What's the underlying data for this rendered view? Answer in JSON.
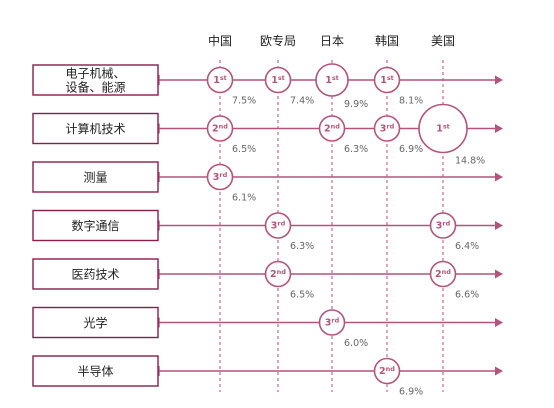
{
  "columns": [
    "中国",
    "欧专局",
    "日本",
    "韩国",
    "美国"
  ],
  "rows": [
    {
      "label_lines": [
        "电子机械、",
        "设备、能源"
      ],
      "entries": [
        {
          "col": 0,
          "rank": "1",
          "suffix": "st",
          "pct": "7.5%"
        },
        {
          "col": 1,
          "rank": "1",
          "suffix": "st",
          "pct": "7.4%"
        },
        {
          "col": 2,
          "rank": "1",
          "suffix": "st",
          "pct": "9.9%"
        },
        {
          "col": 3,
          "rank": "1",
          "suffix": "st",
          "pct": "8.1%"
        }
      ]
    },
    {
      "label_lines": [
        "计算机技术"
      ],
      "entries": [
        {
          "col": 0,
          "rank": "2",
          "suffix": "nd",
          "pct": "6.5%"
        },
        {
          "col": 2,
          "rank": "2",
          "suffix": "nd",
          "pct": "6.3%"
        },
        {
          "col": 3,
          "rank": "3",
          "suffix": "rd",
          "pct": "6.9%"
        },
        {
          "col": 4,
          "rank": "1",
          "suffix": "st",
          "pct": "14.8%"
        }
      ]
    },
    {
      "label_lines": [
        "测量"
      ],
      "entries": [
        {
          "col": 0,
          "rank": "3",
          "suffix": "rd",
          "pct": "6.1%"
        }
      ]
    },
    {
      "label_lines": [
        "数字通信"
      ],
      "entries": [
        {
          "col": 1,
          "rank": "3",
          "suffix": "rd",
          "pct": "6.3%"
        },
        {
          "col": 4,
          "rank": "3",
          "suffix": "rd",
          "pct": "6.4%"
        }
      ]
    },
    {
      "label_lines": [
        "医药技术"
      ],
      "entries": [
        {
          "col": 1,
          "rank": "2",
          "suffix": "nd",
          "pct": "6.5%"
        },
        {
          "col": 4,
          "rank": "2",
          "suffix": "nd",
          "pct": "6.6%"
        }
      ]
    },
    {
      "label_lines": [
        "光学"
      ],
      "entries": [
        {
          "col": 2,
          "rank": "3",
          "suffix": "rd",
          "pct": "6.0%"
        }
      ]
    },
    {
      "label_lines": [
        "半导体"
      ],
      "entries": [
        {
          "col": 3,
          "rank": "2",
          "suffix": "nd",
          "pct": "6.9%"
        }
      ]
    }
  ],
  "colors": {
    "accent": "#b2557c",
    "box_border": "#8c1d4a",
    "guide": "#c9698f",
    "text": "#222222",
    "pct_text": "#666666"
  }
}
